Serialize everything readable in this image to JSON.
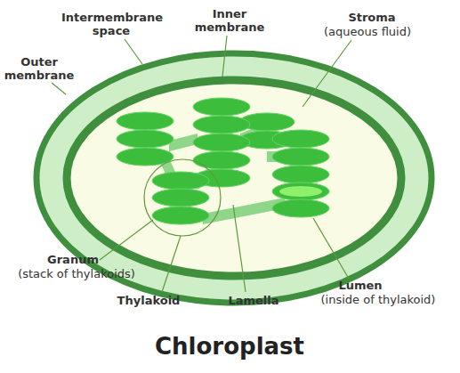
{
  "diagram": {
    "title": "Chloroplast",
    "labels": [
      "Outer membrane",
      "Intermembrane space",
      "Inner membrane",
      "Stroma",
      "(aqueous fluid)",
      "Granum",
      "(stack of thylakoids)",
      "Thylakoid",
      "Lamella",
      "Lumen",
      "(inside of thylakoid)"
    ]
  }
}
